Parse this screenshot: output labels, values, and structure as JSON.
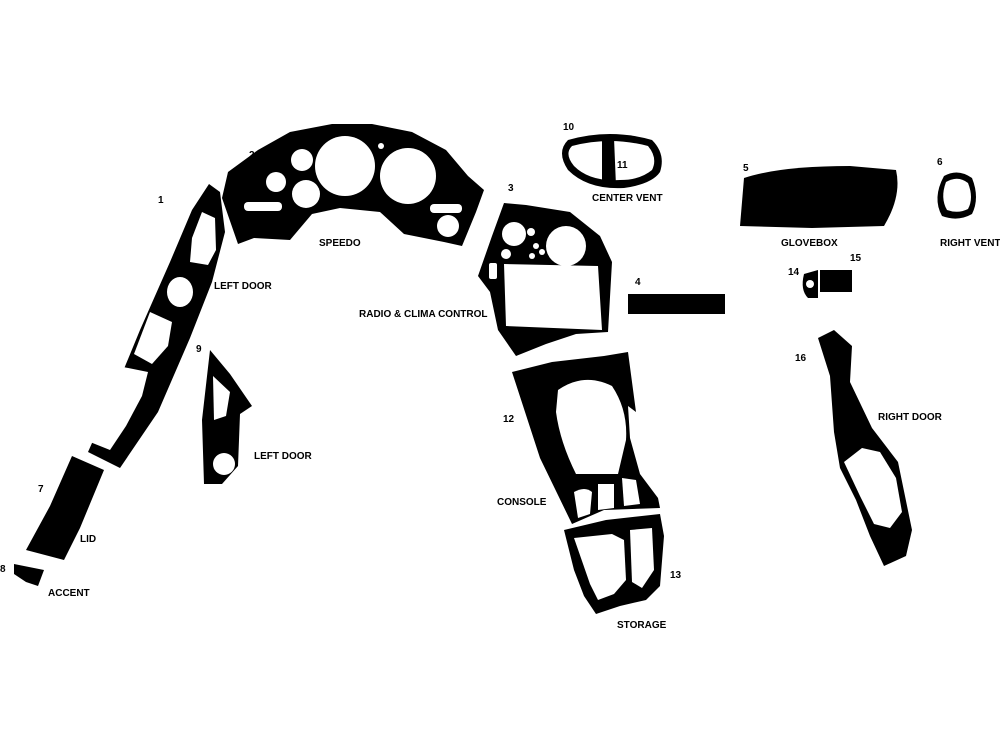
{
  "colors": {
    "piece": "#000000",
    "cutout": "#ffffff",
    "background": "#ffffff",
    "text": "#000000"
  },
  "pieces": [
    {
      "id": "1",
      "label": "LEFT DOOR"
    },
    {
      "id": "2",
      "label": "SPEEDO"
    },
    {
      "id": "3",
      "label": "RADIO & CLIMA CONTROL"
    },
    {
      "id": "4",
      "label": ""
    },
    {
      "id": "5",
      "label": "GLOVEBOX"
    },
    {
      "id": "6",
      "label": "RIGHT VENT"
    },
    {
      "id": "7",
      "label": "LID"
    },
    {
      "id": "8",
      "label": "ACCENT"
    },
    {
      "id": "9",
      "label": "LEFT DOOR"
    },
    {
      "id": "10",
      "label": "CENTER VENT"
    },
    {
      "id": "11",
      "label": ""
    },
    {
      "id": "12",
      "label": "CONSOLE"
    },
    {
      "id": "13",
      "label": "STORAGE"
    },
    {
      "id": "14",
      "label": ""
    },
    {
      "id": "15",
      "label": ""
    },
    {
      "id": "16",
      "label": "RIGHT DOOR"
    }
  ]
}
